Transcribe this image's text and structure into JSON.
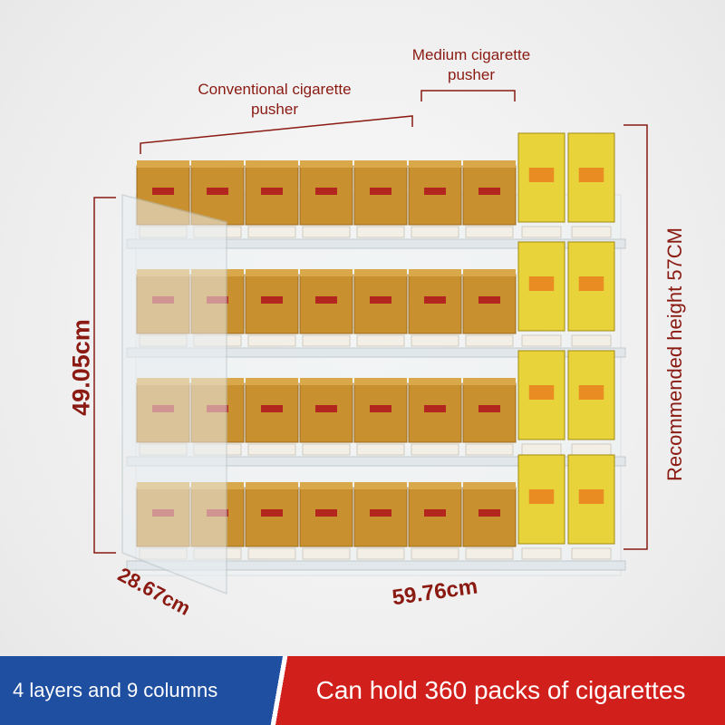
{
  "labels": {
    "conventional_pusher": "Conventional cigarette pusher",
    "medium_pusher": "Medium cigarette pusher",
    "height": "49.05cm",
    "recommended_height": "Recommended height 57CM",
    "depth": "28.67cm",
    "width": "59.76cm"
  },
  "banner": {
    "left_text": "4 layers and 9 columns",
    "right_text": "Can hold 360 packs of cigarettes",
    "left_color": "#1f4fa0",
    "right_color": "#d11f1b"
  },
  "rack": {
    "layers": 4,
    "columns": 9,
    "conventional_columns": 7,
    "medium_columns": 2,
    "pack_colors": {
      "conventional": "#c8902e",
      "medium": "#e8d43a"
    },
    "acrylic_color": "#dfe6ea",
    "dimension_line_color": "#8a1a12"
  }
}
